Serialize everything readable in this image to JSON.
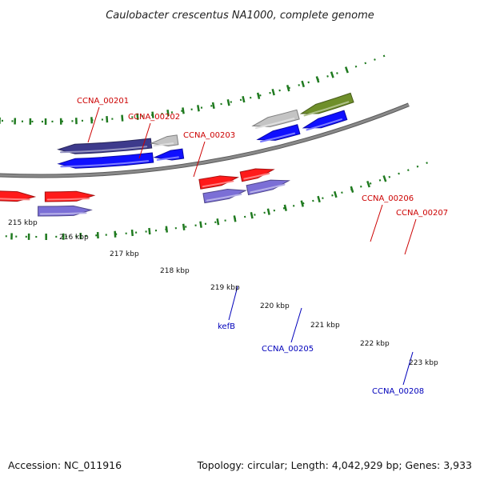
{
  "title": "Caulobacter crescentus NA1000, complete genome",
  "accession": "Accession: NC_011916",
  "summary": "Topology: circular; Length: 4,042,929 bp; Genes: 3,933",
  "colors": {
    "backbone": "#8a8a8a",
    "ruler": "#1f7a1f",
    "forward_label": "#cc0000",
    "reverse_label": "#0000bb",
    "red": "#ff1a1a",
    "blue": "#1010ff",
    "lavender": "#7b6fd6",
    "gray": "#c4c4c4",
    "olive": "#6f8f2a",
    "navy": "#3d3a8c",
    "lime": "#b5ff33"
  },
  "ticks": [
    {
      "label": "215 kbp"
    },
    {
      "label": "216 kbp"
    },
    {
      "label": "217 kbp"
    },
    {
      "label": "218 kbp"
    },
    {
      "label": "219 kbp"
    },
    {
      "label": "220 kbp"
    },
    {
      "label": "221 kbp"
    },
    {
      "label": "222 kbp"
    },
    {
      "label": "223 kbp"
    }
  ],
  "gene_labels": [
    {
      "text": "CCNA_00201",
      "strand": "forward"
    },
    {
      "text": "CCNA_00202",
      "strand": "forward"
    },
    {
      "text": "CCNA_00203",
      "strand": "forward"
    },
    {
      "text": "CCNA_00206",
      "strand": "forward"
    },
    {
      "text": "CCNA_00207",
      "strand": "forward"
    },
    {
      "text": "kefB",
      "strand": "reverse"
    },
    {
      "text": "CCNA_00205",
      "strand": "reverse"
    },
    {
      "text": "CCNA_00208",
      "strand": "reverse"
    }
  ],
  "features": [
    {
      "color": "lime",
      "strand": "forward",
      "track": "upper"
    },
    {
      "color": "olive",
      "strand": "forward",
      "track": "upper"
    },
    {
      "color": "red",
      "strand": "forward",
      "track": "lower"
    },
    {
      "color": "red",
      "strand": "forward",
      "track": "lower"
    },
    {
      "color": "lavender",
      "strand": "forward",
      "track": "upper"
    },
    {
      "color": "red",
      "strand": "forward",
      "track": "lower"
    },
    {
      "color": "lavender",
      "strand": "forward",
      "track": "upper"
    },
    {
      "color": "lavender",
      "strand": "forward",
      "track": "upper"
    },
    {
      "color": "red",
      "strand": "forward",
      "track": "lower"
    },
    {
      "color": "red",
      "strand": "forward",
      "track": "lower"
    },
    {
      "color": "blue",
      "strand": "reverse",
      "track": "upper"
    },
    {
      "color": "gray",
      "strand": "reverse",
      "track": "lower"
    },
    {
      "color": "blue",
      "strand": "reverse",
      "track": "upper"
    },
    {
      "color": "navy",
      "strand": "reverse",
      "track": "lower"
    },
    {
      "color": "gray",
      "strand": "reverse",
      "track": "lower"
    },
    {
      "color": "blue",
      "strand": "reverse",
      "track": "upper"
    },
    {
      "color": "blue",
      "strand": "reverse",
      "track": "upper"
    },
    {
      "color": "gray",
      "strand": "reverse",
      "track": "lower"
    },
    {
      "color": "blue",
      "strand": "reverse",
      "track": "upper"
    },
    {
      "color": "olive",
      "strand": "reverse",
      "track": "lower"
    }
  ]
}
